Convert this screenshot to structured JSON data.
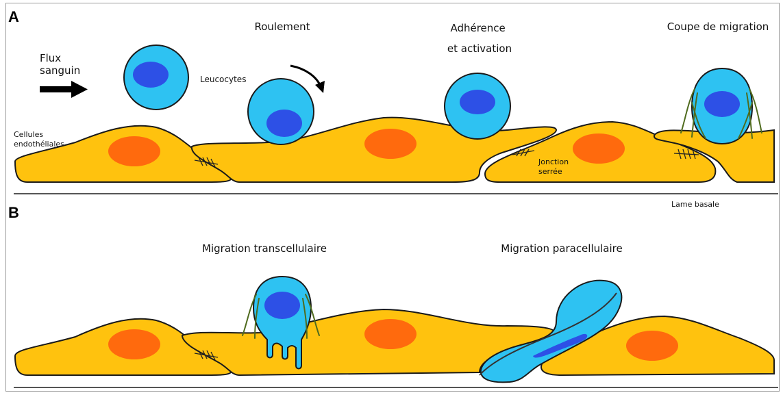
{
  "panels": {
    "A": {
      "letter": "A",
      "labels": {
        "flux": "Flux\nsanguin",
        "leucocytes": "Leucocytes",
        "cellules": "Cellules\nendothéliales",
        "roulement": "Roulement",
        "adherence": "Adhérence\net activation",
        "coupe": "Coupe de migration",
        "jonction": "Jonction\nserrée",
        "lame": "Lame basale"
      }
    },
    "B": {
      "letter": "B",
      "labels": {
        "trans": "Migration transcellulaire",
        "para": "Migration paracellulaire"
      }
    }
  },
  "colors": {
    "endothelial_cell": "#FFC20E",
    "endothelial_nucleus": "#FF6A0D",
    "leukocyte": "#2EC2F2",
    "leukocyte_nucleus": "#2D50E6",
    "pseudopod": "#4f6b1e"
  }
}
